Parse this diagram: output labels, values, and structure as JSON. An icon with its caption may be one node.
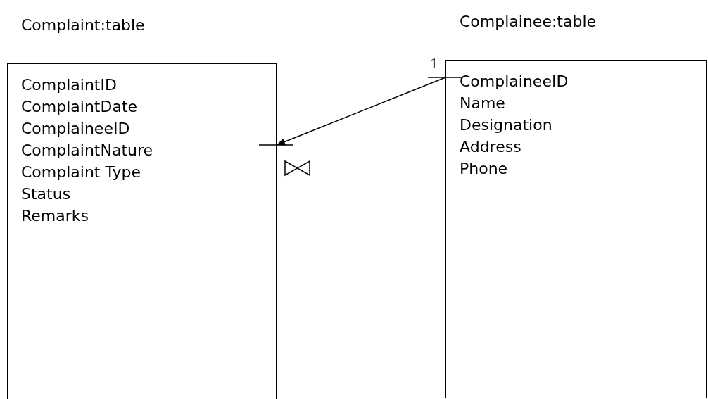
{
  "diagram": {
    "nodes": [
      {
        "text": [
          "Complaint:table",
          "ComplaintID",
          "ComplaintDate",
          "ComplaineeID",
          "ComplaintNature",
          "Complaint Type",
          "Status",
          "Remarks"
        ]
      },
      {
        "text": [
          "Complainee:table",
          "ComplaineeID",
          "Name",
          "Designation",
          "Address",
          "Phone"
        ]
      }
    ],
    "edges": [
      {
        "from": 1,
        "to": 0,
        "arrow": "to"
      }
    ],
    "labels": [
      "1"
    ]
  }
}
